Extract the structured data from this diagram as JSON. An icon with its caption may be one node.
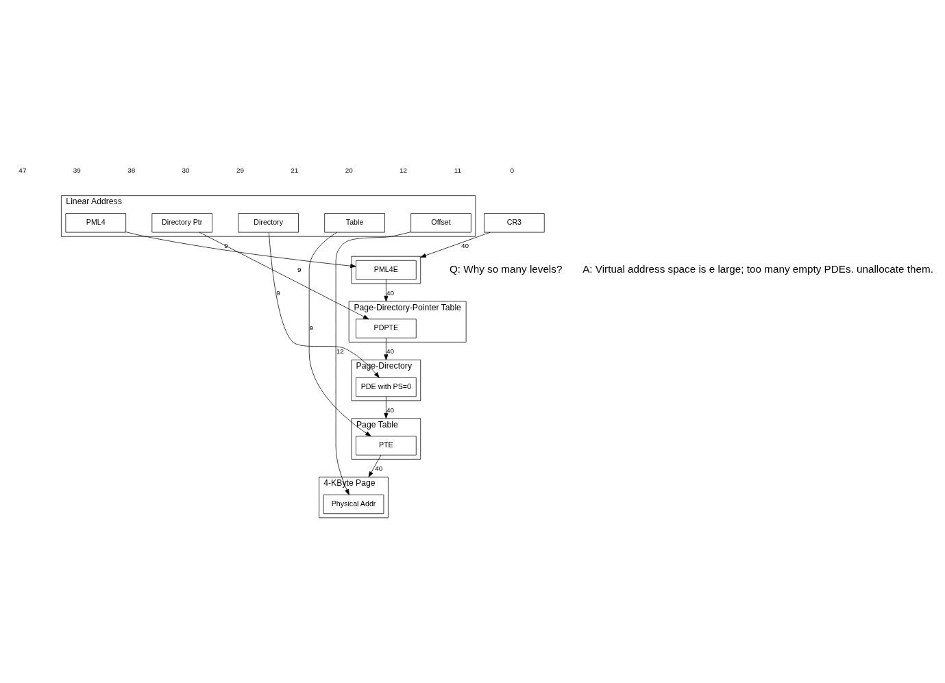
{
  "diagram": {
    "nodes": [
      {
        "text": [
          "Linear Address"
        ]
      },
      {
        "text": [
          "PML4"
        ],
        "in": 0
      },
      {
        "text": [
          "Directory Ptr"
        ],
        "in": 0
      },
      {
        "text": [
          "Directory"
        ],
        "in": 0
      },
      {
        "text": [
          "Table"
        ],
        "in": 0
      },
      {
        "text": [
          "Offset"
        ],
        "in": 0
      },
      {
        "text": [
          "4-KByte Page"
        ]
      },
      {
        "text": [
          "Physical Addr"
        ],
        "in": 6
      },
      {
        "text": [
          "Page Table"
        ]
      },
      {
        "text": [
          "PTE"
        ],
        "in": 8
      },
      {
        "text": [
          "Page-Directory"
        ]
      },
      {
        "text": [
          "PDE with PS=0"
        ],
        "in": 10
      },
      {
        "text": [
          "Page-Directory-Pointer Table"
        ]
      },
      {
        "text": [
          "PDPTE"
        ],
        "in": 12
      },
      {
        "text": [],
        "shape": "box"
      },
      {
        "text": [
          "PML4E"
        ],
        "in": 14
      },
      {
        "text": [
          "CR3"
        ]
      }
    ],
    "edges": [
      {
        "from": 1,
        "to": 15,
        "arrow": "to",
        "label": "9"
      },
      {
        "from": 2,
        "to": 13,
        "arrow": "to",
        "label": "9"
      },
      {
        "from": 3,
        "to": 11,
        "arrow": "to",
        "label": "9"
      },
      {
        "from": 4,
        "to": 9,
        "arrow": "to",
        "label": "9"
      },
      {
        "from": 5,
        "to": 7,
        "arrow": "to",
        "label": "12"
      },
      {
        "from": 16,
        "to": 14,
        "arrow": "to",
        "label": "40"
      },
      {
        "from": 15,
        "to": 12,
        "arrow": "to",
        "label": "40"
      },
      {
        "from": 13,
        "to": 10,
        "arrow": "to",
        "label": "40"
      },
      {
        "from": 11,
        "to": 8,
        "arrow": "to",
        "label": "40"
      },
      {
        "from": 9,
        "to": 6,
        "arrow": "to",
        "label": "40"
      }
    ],
    "labels": [
      "47",
      "39",
      "38",
      "30",
      "29",
      "21",
      "20",
      "12",
      "11",
      "0",
      "Q: Why so many levels?",
      "A: Virtual address space is e large; too many empty PDEs. unallocate them."
    ]
  }
}
